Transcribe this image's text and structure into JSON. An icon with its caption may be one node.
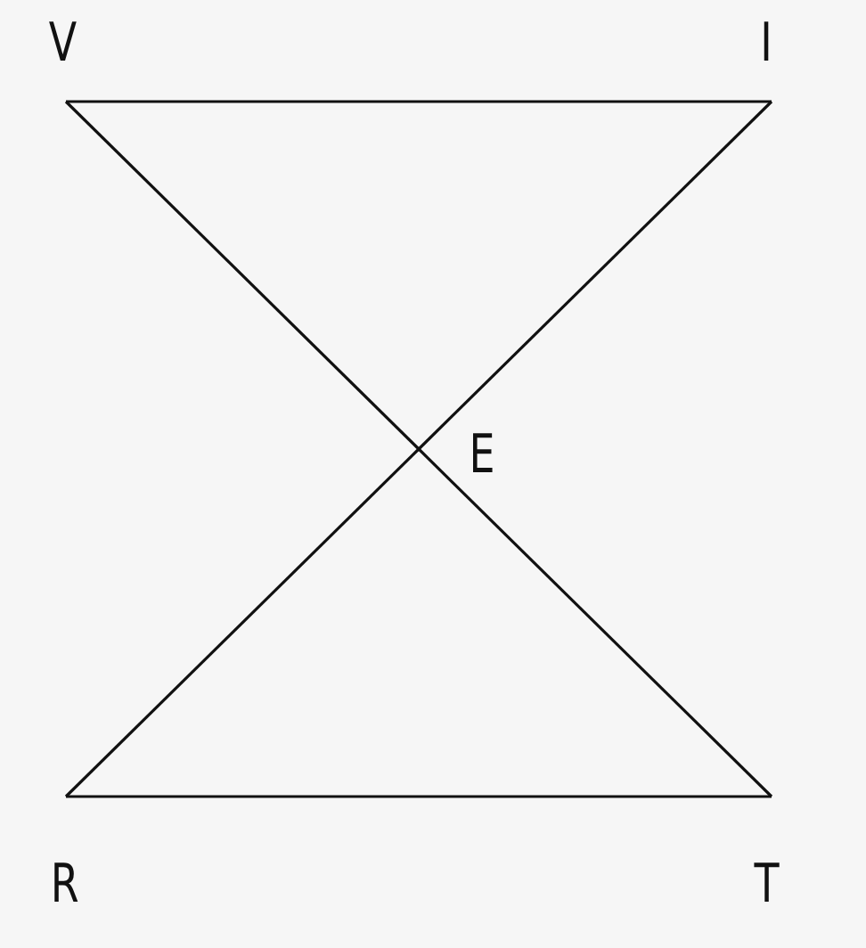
{
  "diagram": {
    "nodes": [
      {
        "text": [
          "V"
        ]
      },
      {
        "text": [
          "I"
        ]
      },
      {
        "text": [
          "E"
        ]
      },
      {
        "text": [
          "R"
        ]
      },
      {
        "text": [
          "T"
        ]
      }
    ],
    "edges": [
      {
        "from": 0,
        "to": 1,
        "arrow": "none"
      },
      {
        "from": 0,
        "to": 2,
        "arrow": "none"
      },
      {
        "from": 1,
        "to": 2,
        "arrow": "none"
      },
      {
        "from": 2,
        "to": 3,
        "arrow": "none"
      },
      {
        "from": 2,
        "to": 4,
        "arrow": "none"
      },
      {
        "from": 3,
        "to": 4,
        "arrow": "none"
      }
    ]
  }
}
